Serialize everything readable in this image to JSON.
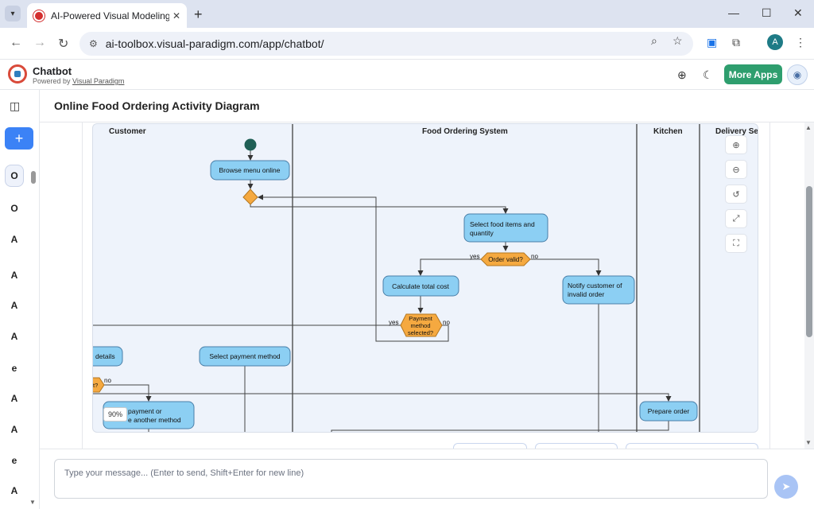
{
  "browser": {
    "tab_title": "AI-Powered Visual Modeling Ch",
    "url": "ai-toolbox.visual-paradigm.com/app/chatbot/",
    "profile_initial": "A"
  },
  "app": {
    "name": "Chatbot",
    "powered_prefix": "Powered by",
    "powered_link": "Visual Paradigm",
    "more_apps": "More Apps"
  },
  "sidebar": {
    "new_label": "+",
    "items": [
      "O",
      "O",
      "A",
      "A",
      "A",
      "A",
      "e",
      "A",
      "A",
      "e",
      "A"
    ]
  },
  "main": {
    "title": "Online Food Ordering Activity Diagram",
    "zoom_level": "90%"
  },
  "diagram": {
    "lanes": [
      "Customer",
      "Food Ordering System",
      "Kitchen",
      "Delivery Se"
    ],
    "nodes": {
      "browse": "Browse menu online",
      "select_items_1": "Select food items and",
      "select_items_2": "quantity",
      "order_valid": "Order valid?",
      "calc_total": "Calculate total cost",
      "notify_1": "Notify customer of",
      "notify_2": "invalid order",
      "payment_sel_1": "Payment",
      "payment_sel_2": "method",
      "payment_sel_3": "selected?",
      "details": "details",
      "select_payment": "Select payment method",
      "retry_1": "payment or",
      "retry_2": "e another method",
      "prepare": "Prepare order",
      "cut_decision": "t?"
    },
    "labels": {
      "yes": "yes",
      "no": "no"
    }
  },
  "chat": {
    "placeholder": "Type your message... (Enter to send, Shift+Enter for new line)"
  },
  "colors": {
    "accent": "#3b82f6",
    "more_apps": "#2e9e6e",
    "action_fill": "#8ccff3",
    "decision_fill": "#f5a940",
    "start_node": "#1f5f55"
  }
}
